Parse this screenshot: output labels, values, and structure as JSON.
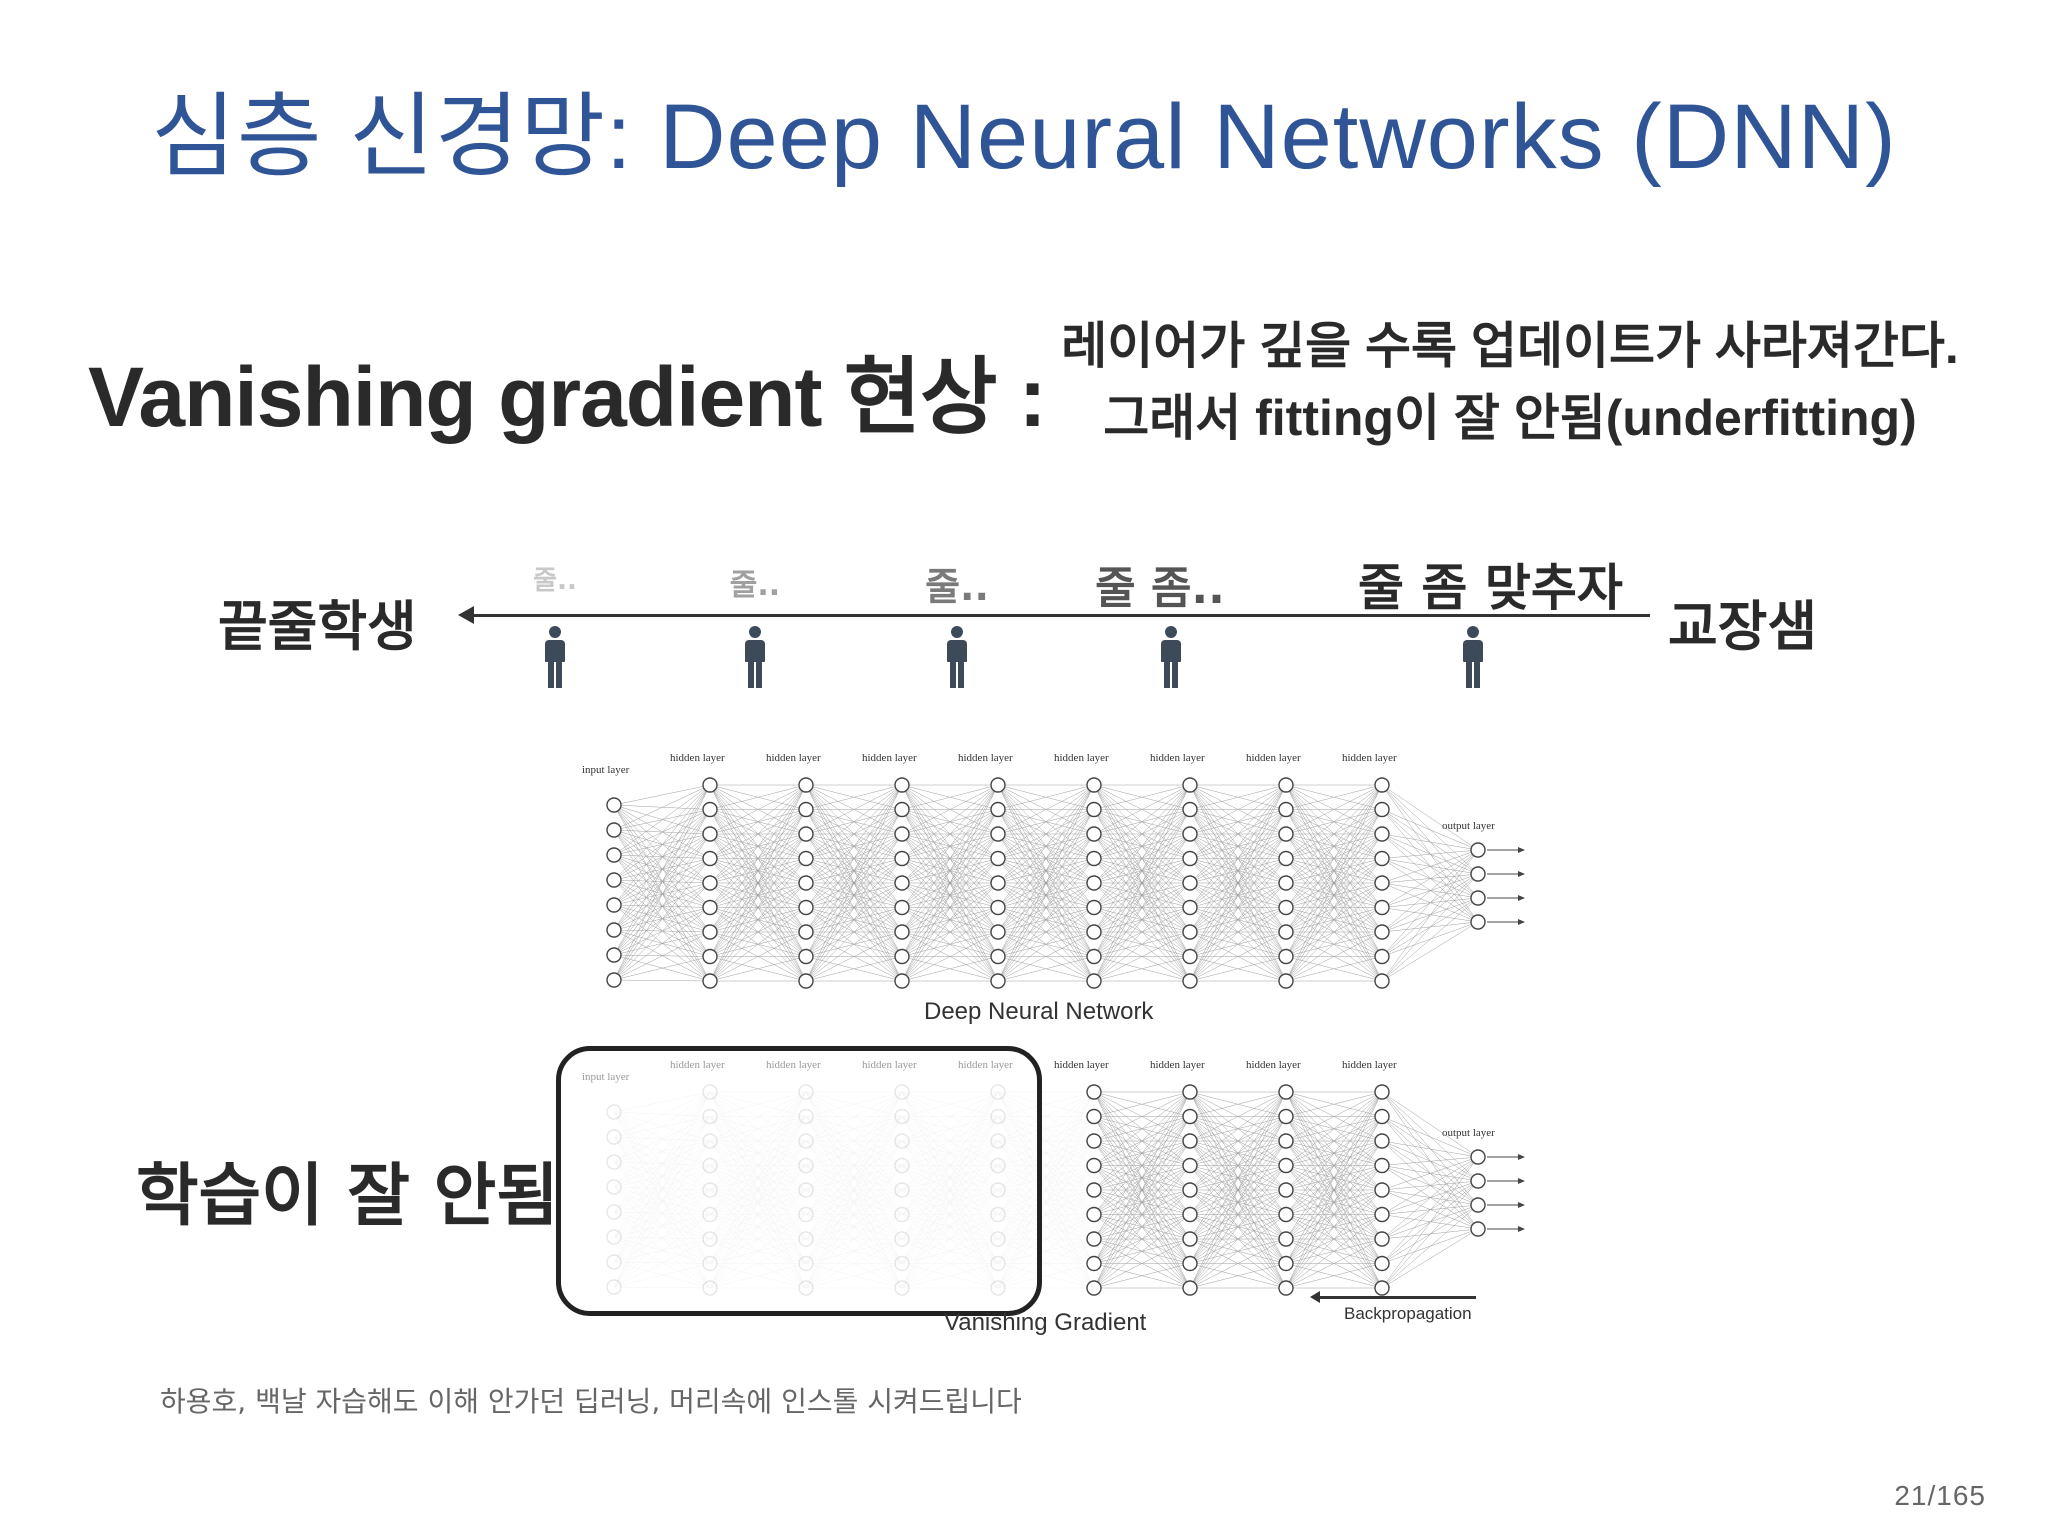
{
  "title": "심층 신경망: Deep Neural Networks (DNN)",
  "vanishing": {
    "heading": "Vanishing gradient 현상 :",
    "desc_line1": "레이어가 깊을 수록 업데이트가 사라져간다.",
    "desc_line2": "그래서 fitting이 잘 안됨(underfitting)"
  },
  "scale": {
    "left_label": "끝줄학생",
    "right_label": "교장샘",
    "stages": [
      {
        "label": "줄..",
        "color": "#c8c8c8"
      },
      {
        "label": "줄..",
        "color": "#a0a0a0"
      },
      {
        "label": "줄..",
        "color": "#7a7a7a"
      },
      {
        "label": "줄 좀..",
        "color": "#555555"
      },
      {
        "label": "줄 좀 맞추자",
        "color": "#2a2a2a"
      }
    ]
  },
  "network": {
    "input_label": "input layer",
    "hidden_label": "hidden layer",
    "output_label": "output layer",
    "top_caption": "Deep Neural Network",
    "bottom_caption": "Vanishing Gradient",
    "backprop_label": "Backpropagation"
  },
  "bad_label": "학습이 잘 안됨",
  "citation": "하용호, 백날 자습해도 이해 안가던 딥러닝, 머리속에 인스톨 시켜드립니다",
  "page_number": "21/165",
  "colors": {
    "title": "#2f5597",
    "text": "#2a2a2a",
    "person": "#3d4a5a"
  }
}
